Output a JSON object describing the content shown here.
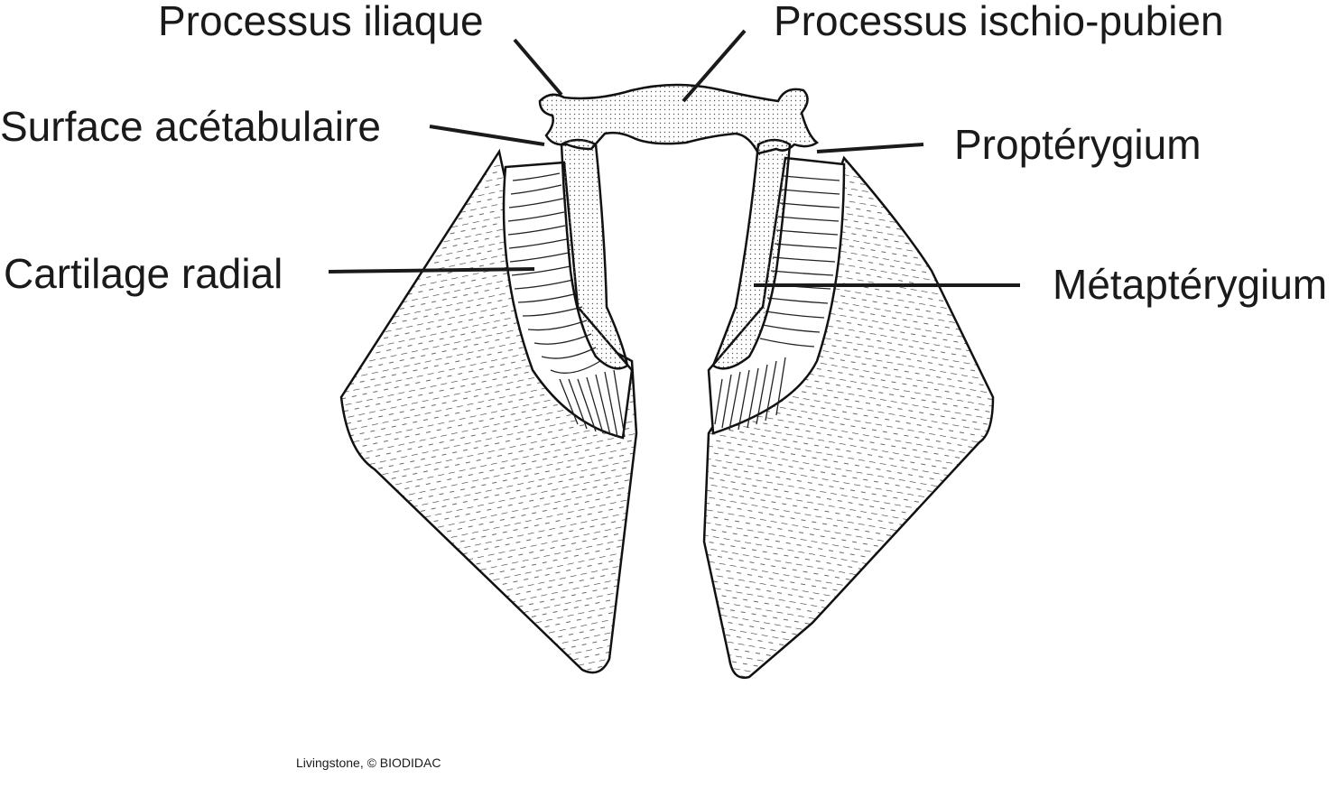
{
  "labels": {
    "processus_iliaque": "Processus iliaque",
    "processus_ischio_pubien": "Processus ischio-pubien",
    "surface_acetabulaire": "Surface acétabulaire",
    "propterygium": "Proptérygium",
    "cartilage_radial": "Cartilage radial",
    "metapterygium": "Métaptérygium"
  },
  "credit": "Livingstone, © BIODIDAC"
}
